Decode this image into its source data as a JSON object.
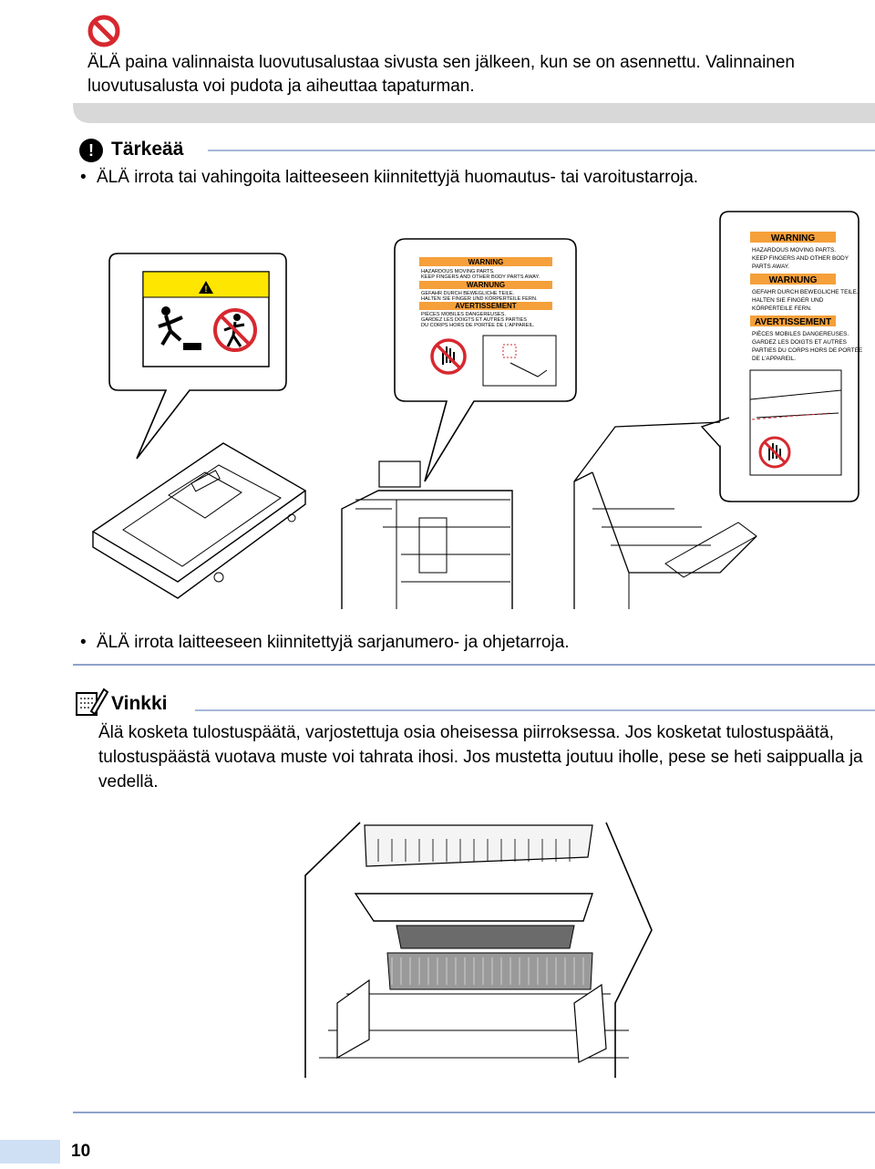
{
  "warning": {
    "icon": "prohibited-icon",
    "text": "ÄLÄ paina valinnaista luovutusalustaa sivusta sen jälkeen, kun se on asennettu. Valinnainen luovutusalusta voi pudota ja aiheuttaa tapaturman."
  },
  "important": {
    "icon": "exclamation-icon",
    "title": "Tärkeää",
    "bullets": [
      "ÄLÄ irrota tai vahingoita laitteeseen kiinnitettyjä huomautus- tai varoitustarroja.",
      "ÄLÄ irrota laitteeseen kiinnitettyjä sarjanumero- ja ohjetarroja."
    ]
  },
  "labels_figure": {
    "label_middle": {
      "lines": [
        "WARNING",
        "HAZARDOUS MOVING PARTS.",
        "KEEP FINGERS AND OTHER BODY PARTS AWAY.",
        "WARNUNG",
        "GEFAHR DURCH BEWEGLICHE TEILE.",
        "HALTEN SIE FINGER UND KÖRPERTEILE FERN.",
        "AVERTISSEMENT",
        "PIÈCES MOBILES DANGEREUSES.",
        "GARDEZ LES DOIGTS ET AUTRES PARTIES",
        "DU CORPS HORS DE PORTÉE DE L'APPAREIL."
      ]
    },
    "label_right": {
      "lines": [
        "WARNING",
        "HAZARDOUS MOVING PARTS.",
        "KEEP FINGERS AND OTHER BODY",
        "PARTS AWAY.",
        "WARNUNG",
        "GEFAHR DURCH BEWEGLICHE TEILE.",
        "HALTEN SIE FINGER UND",
        "KÖRPERTEILE FERN.",
        "AVERTISSEMENT",
        "PIÈCES MOBILES DANGEREUSES.",
        "GARDEZ LES DOIGTS ET AUTRES",
        "PARTIES DU CORPS HORS DE PORTÉE",
        "DE L'APPAREIL."
      ]
    }
  },
  "tip": {
    "icon": "note-pencil-icon",
    "title": "Vinkki",
    "text": "Älä kosketa tulostuspäätä, varjostettuja osia oheisessa piirroksessa. Jos kosketat tulostuspäätä, tulostuspäästä vuotava muste voi tahrata ihosi. Jos mustetta joutuu iholle, pese se heti saippualla ja vedellä."
  },
  "footer": {
    "page_number": "10"
  },
  "colors": {
    "accent_rule": "#a6b8d8",
    "page_tab": "#cfe0f5",
    "prohibit_red": "#d7282f",
    "warning_orange": "#f5a03a",
    "warning_yellow": "#ffe600"
  }
}
